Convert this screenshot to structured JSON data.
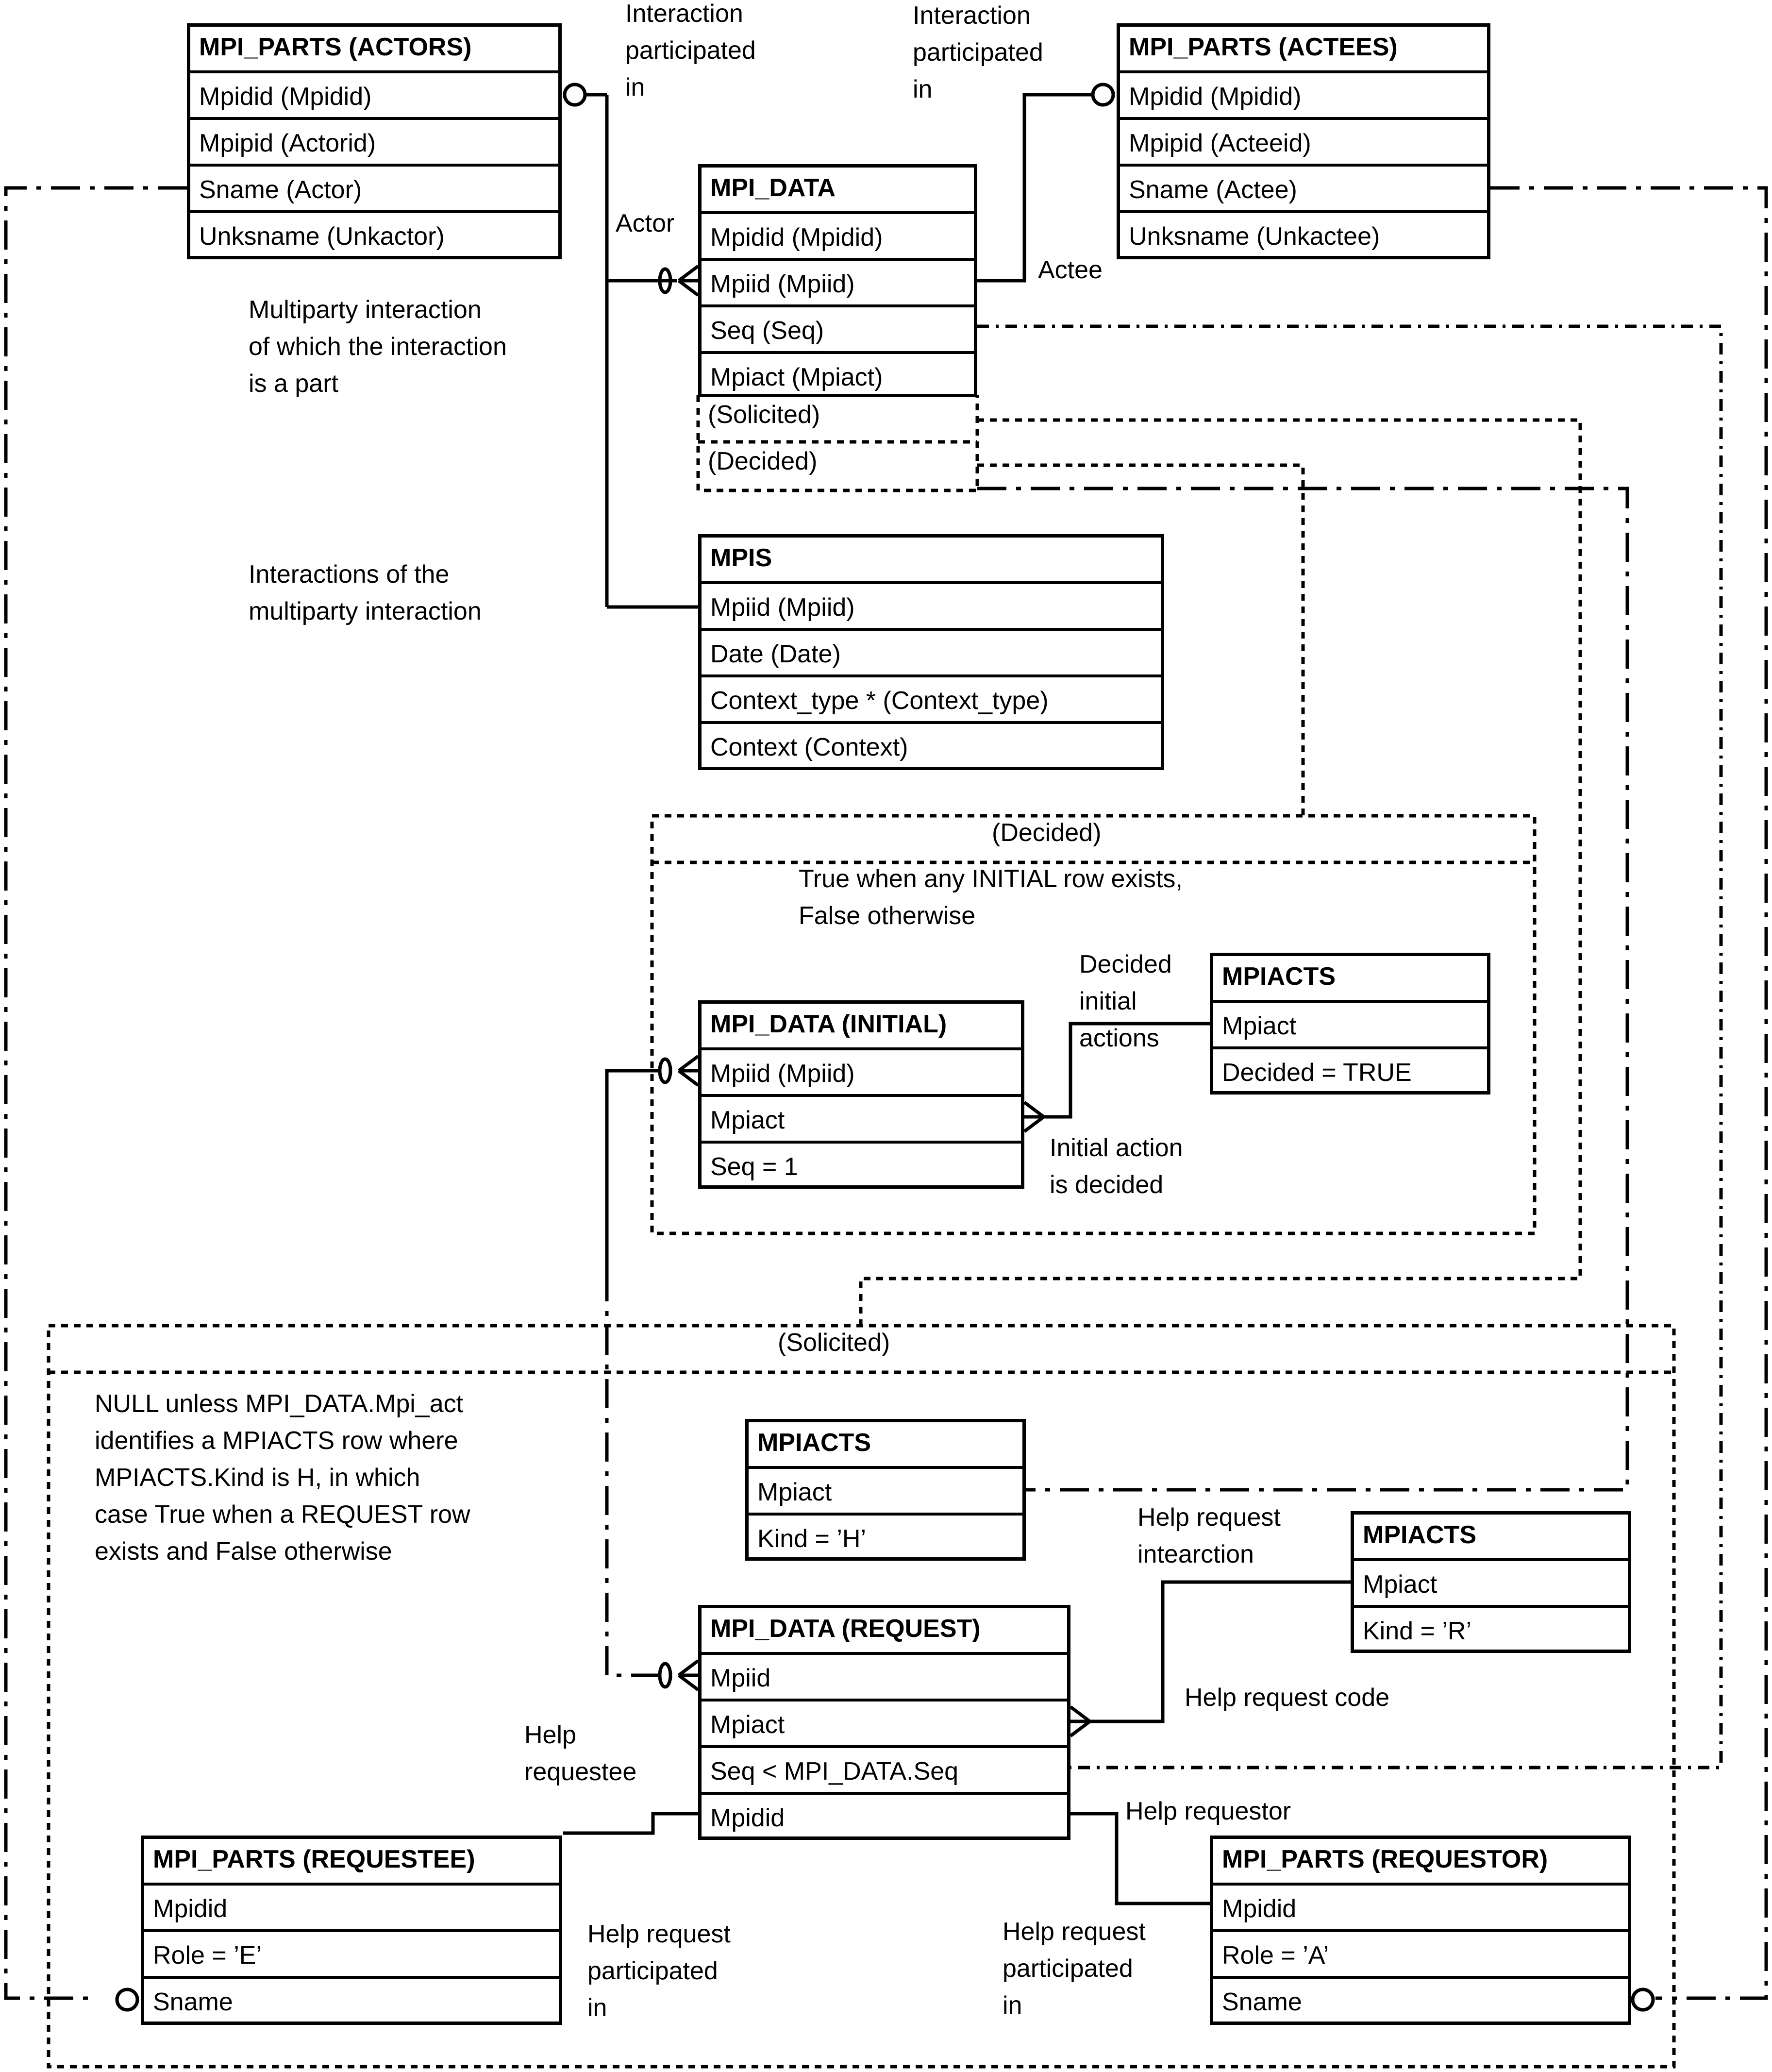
{
  "entities": {
    "actors": {
      "title": "MPI_PARTS (ACTORS)",
      "rows": [
        "Mpidid (Mpidid)",
        "Mpipid (Actorid)",
        "Sname (Actor)",
        "Unksname (Unkactor)"
      ]
    },
    "actees": {
      "title": "MPI_PARTS (ACTEES)",
      "rows": [
        "Mpidid (Mpidid)",
        "Mpipid (Acteeid)",
        "Sname (Actee)",
        "Unksname (Unkactee)"
      ]
    },
    "mpi_data": {
      "title": "MPI_DATA",
      "rows": [
        "Mpidid (Mpidid)",
        "Mpiid (Mpiid)",
        "Seq (Seq)",
        "Mpiact (Mpiact)"
      ],
      "derived": [
        "(Solicited)",
        "(Decided)"
      ]
    },
    "mpis": {
      "title": "MPIS",
      "rows": [
        "Mpiid (Mpiid)",
        "Date (Date)",
        "Context_type * (Context_type)",
        "Context (Context)"
      ]
    },
    "initial": {
      "title": "MPI_DATA (INITIAL)",
      "rows": [
        "Mpiid (Mpiid)",
        "Mpiact",
        "Seq = 1"
      ]
    },
    "mpiacts_decided": {
      "title": "MPIACTS",
      "rows": [
        "Mpiact",
        "Decided = TRUE"
      ]
    },
    "mpiacts_h": {
      "title": "MPIACTS",
      "rows": [
        "Mpiact",
        "Kind = ’H’"
      ]
    },
    "mpiacts_r": {
      "title": "MPIACTS",
      "rows": [
        "Mpiact",
        "Kind = ’R’"
      ]
    },
    "request": {
      "title": "MPI_DATA (REQUEST)",
      "rows": [
        "Mpiid",
        "Mpiact",
        "Seq < MPI_DATA.Seq",
        "Mpidid"
      ]
    },
    "requestee": {
      "title": "MPI_PARTS (REQUESTEE)",
      "rows": [
        "Mpidid",
        "Role = ’E’",
        "Sname"
      ]
    },
    "requestor": {
      "title": "MPI_PARTS (REQUESTOR)",
      "rows": [
        "Mpidid",
        "Role = ’A’",
        "Sname"
      ]
    }
  },
  "boxes": {
    "decided": {
      "title": "(Decided)",
      "note": "True when any INITIAL row exists,\nFalse otherwise"
    },
    "solicited": {
      "title": "(Solicited)",
      "note": "NULL unless MPI_DATA.Mpi_act\nidentifies a MPIACTS row where\nMPIACTS.Kind is H, in which\ncase True when a REQUEST row\nexists and False otherwise"
    }
  },
  "labels": {
    "actor_participated": "Interaction\nparticipated\nin",
    "actee_participated": "Interaction\nparticipated\nin",
    "actor": "Actor",
    "actee": "Actee",
    "multiparty_part": "Multiparty interaction\nof which the interaction\nis a part",
    "interactions_of": "Interactions of the\nmultiparty interaction",
    "decided_initial": "Decided\ninitial\nactions",
    "initial_decided": "Initial action\nis decided",
    "help_interaction": "Help request\nintearction",
    "help_code": "Help request code",
    "help_requestee": "Help\nrequestee",
    "help_requestor": "Help requestor",
    "help_part_left": "Help request\nparticipated\nin",
    "help_part_right": "Help request\nparticipated\nin"
  }
}
